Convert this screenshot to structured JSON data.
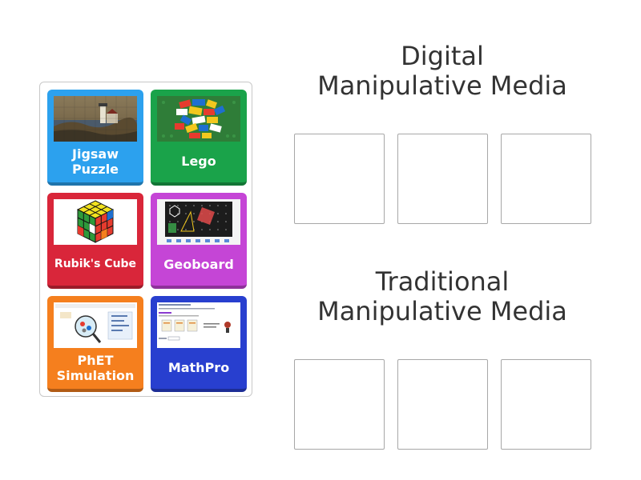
{
  "cards": [
    {
      "label": "Jigsaw Puzzle",
      "color": "#2ca1ee"
    },
    {
      "label": "Lego",
      "color": "#1aa34a"
    },
    {
      "label": "Rubik's Cube",
      "color": "#d9263a"
    },
    {
      "label": "Geoboard",
      "color": "#c545d6"
    },
    {
      "label": "PhET Simulation",
      "color": "#f57f1e"
    },
    {
      "label": "MathPro",
      "color": "#283fcf"
    }
  ],
  "groups": [
    {
      "title_line1": "Digital",
      "title_line2": "Manipulative Media"
    },
    {
      "title_line1": "Traditional",
      "title_line2": "Manipulative Media"
    }
  ],
  "icons": [
    "jigsaw-puzzle-image",
    "lego-bricks-image",
    "rubiks-cube-image",
    "geoboard-image",
    "phet-simulation-image",
    "mathpro-screenshot-image"
  ]
}
